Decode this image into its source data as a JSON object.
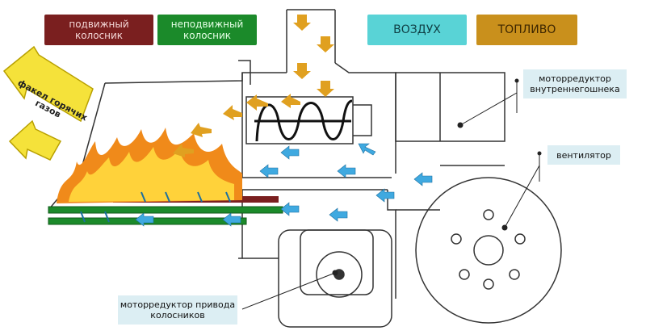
{
  "legend": {
    "moving_grate": "подвижный колосник",
    "fixed_grate": "неподвижный колосник",
    "air": "ВОЗДУХ",
    "fuel": "ТОПЛИВО"
  },
  "callouts": {
    "auger_motor": "моторредуктор внутреннегошнека",
    "fan": "вентилятор",
    "grate_motor": "моторредуктор привода колосников"
  },
  "flame_label": "факел горячих газов",
  "colors": {
    "moving_grate": "#7a1f1f",
    "fixed_grate": "#1b8a2a",
    "air": "#59d3d6",
    "fuel": "#c9901c",
    "air_arrow": "#3fa9e0",
    "fuel_arrow": "#e0a020",
    "hot_gas": "#f5e23a"
  }
}
